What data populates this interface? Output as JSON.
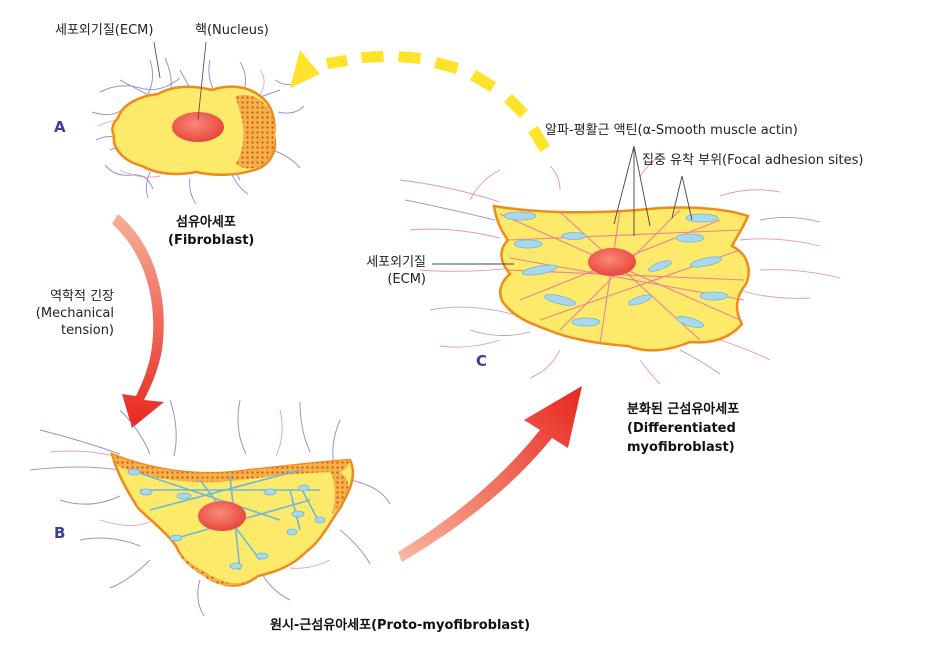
{
  "cells": {
    "a": {
      "letter": "A",
      "name_ko": "섬유아세포",
      "name_en": "(Fibroblast)",
      "ecm_label": "세포외기질(ECM)",
      "nucleus_label": "핵(Nucleus)"
    },
    "b": {
      "letter": "B",
      "name": "원시-근섬유아세포(Proto-myofibroblast)"
    },
    "c": {
      "letter": "C",
      "name_ko": "분화된 근섬유아세포",
      "name_en_1": "(Differentiated",
      "name_en_2": "myofibroblast)",
      "actin_label": "알파-평활근 액틴(α-Smooth muscle actin)",
      "focal_label": "집중 유착 부위(Focal adhesion sites)",
      "ecm_label_1": "세포외기질",
      "ecm_label_2": "(ECM)"
    }
  },
  "tension": {
    "line1": "역학적 긴장",
    "line2": "(Mechanical",
    "line3": "tension)"
  },
  "colors": {
    "cell_fill": "#fde96a",
    "cell_edge": "#f08a1c",
    "nucleus": "#f0645a",
    "hatch": "#e8801c",
    "fibers_ecm": "#8a7fc4",
    "fibers_pink": "#e27aa0",
    "actin": "#6fb8d8",
    "adhesion": "#a9d8ee",
    "arrow_red": "#e8261e",
    "arrow_yellow": "#ffe22a"
  }
}
